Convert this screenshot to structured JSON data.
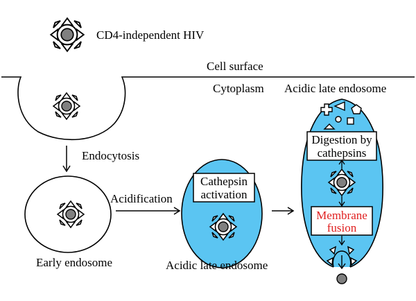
{
  "labels": {
    "hiv": "CD4-independent HIV",
    "cell_surface": "Cell surface",
    "cytoplasm": "Cytoplasm",
    "acidic_late_endosome_top": "Acidic late endosome",
    "endocytosis": "Endocytosis",
    "acidification": "Acidification",
    "early_endosome": "Early endosome",
    "acidic_late_endosome_bottom": "Acidic late endosome"
  },
  "boxes": {
    "cathepsin_activation": [
      "Cathepsin",
      "activation"
    ],
    "digestion": [
      "Digestion by",
      "cathepsins"
    ],
    "membrane_fusion": [
      "Membrane",
      "fusion"
    ]
  },
  "colors": {
    "endosome_fill": "#5bc5f2",
    "fusion_text": "#e01f1f",
    "virion_core": "#808080"
  }
}
